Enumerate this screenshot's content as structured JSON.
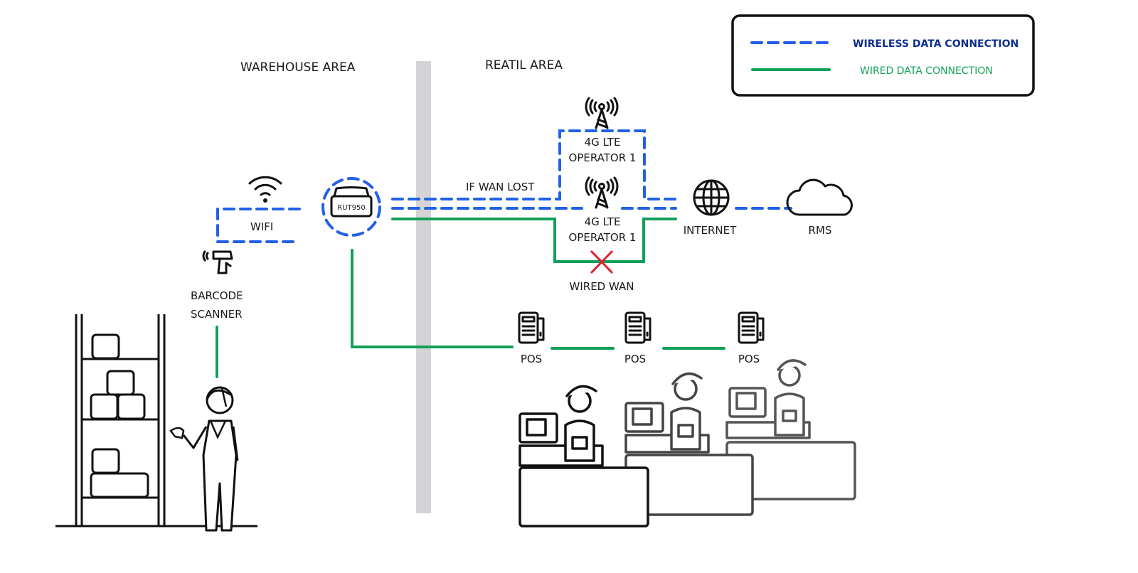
{
  "areas": {
    "warehouse": "WAREHOUSE AREA",
    "retail": "REATIL AREA"
  },
  "legend": {
    "wireless_label": "WIRELESS DATA CONNECTION",
    "wired_label": "WIRED DATA CONNECTION",
    "wireless_color": "#2260e6",
    "wired_color": "#12a05a"
  },
  "nodes": {
    "wifi": "WIFI",
    "router": "RUT950",
    "barcode_line1": "BARCODE",
    "barcode_line2": "SCANNER",
    "lte_top_line1": "4G LTE",
    "lte_top_line2": "OPERATOR 1",
    "lte_bottom_line1": "4G LTE",
    "lte_bottom_line2": "OPERATOR 1",
    "wired_wan": "WIRED WAN",
    "internet": "INTERNET",
    "rms": "RMS",
    "if_wan_lost": "IF WAN LOST",
    "pos": [
      "POS",
      "POS",
      "POS"
    ]
  },
  "colors": {
    "failure_mark": "#e0202a",
    "divider": "#d4d4d6"
  }
}
